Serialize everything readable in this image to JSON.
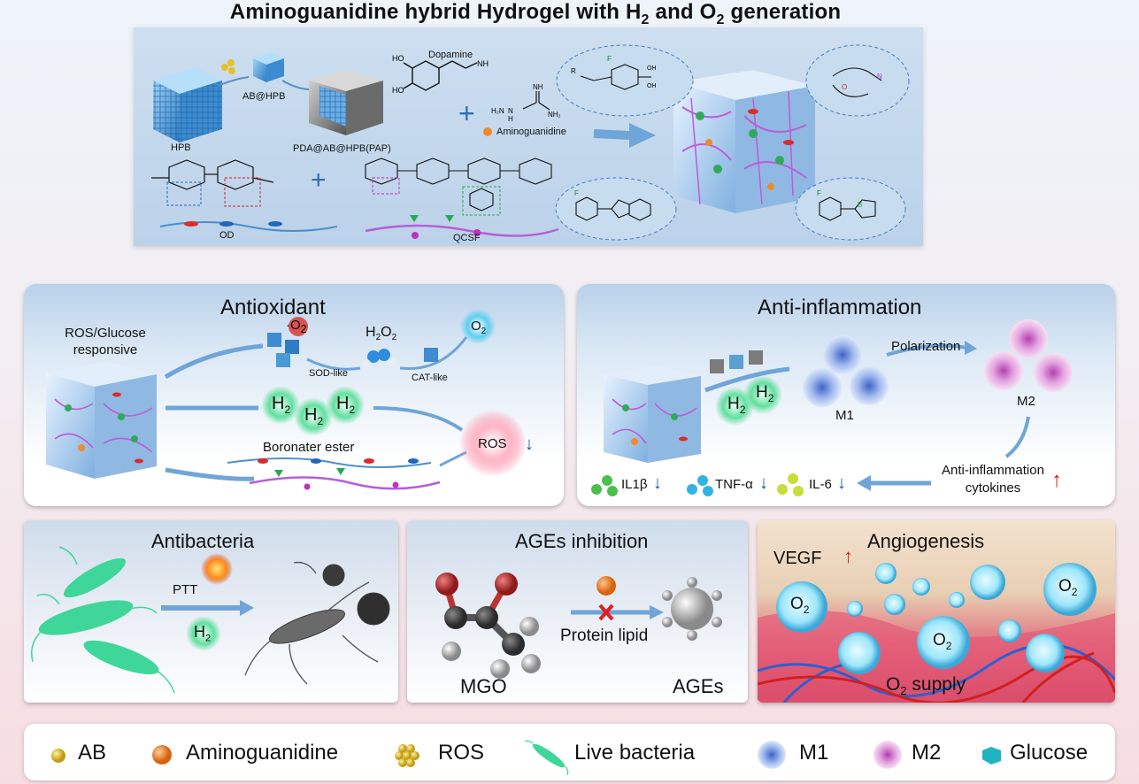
{
  "header": {
    "title": "Aminoguanidine hybrid Hydrogel with H",
    "title_sub1": "2",
    "title_mid": " and O",
    "title_sub2": "2",
    "title_end": " generation"
  },
  "synthesis": {
    "hpb": "HPB",
    "ab_hpb": "AB@HPB",
    "pap": "PDA@AB@HPB(PAP)",
    "dopamine": "Dopamine",
    "aminoguanidine": "Aminoguanidine",
    "od": "OD",
    "qcsf": "QCSF"
  },
  "antioxidant": {
    "title": "Antioxidant",
    "responsive": "ROS/Glucose responsive",
    "o2_radical": "·O",
    "o2_radical_sub": "2",
    "h2o2": "H",
    "h2o2_sub": "2",
    "h2o2_end": "O",
    "h2o2_sub2": "2",
    "sod": "SOD-like",
    "cat": "CAT-like",
    "o2": "O",
    "o2_sub": "2",
    "h2": "H",
    "h2_sub": "2",
    "boronater": "Boronater ester",
    "ros": "ROS"
  },
  "anti_inflammation": {
    "title": "Anti-inflammation",
    "polarization": "Polarization",
    "m1": "M1",
    "m2": "M2",
    "cytokines_line1": "Anti-inflammation",
    "cytokines_line2": "cytokines",
    "il1b": "IL1β",
    "tnf": "TNF-α",
    "il6": "IL-6",
    "h2": "H",
    "h2_sub": "2"
  },
  "antibacteria": {
    "title": "Antibacteria",
    "ptt": "PTT",
    "h2": "H",
    "h2_sub": "2"
  },
  "ages": {
    "title": "AGEs inhibition",
    "protein_lipid": "Protein lipid",
    "mgo": "MGO",
    "ages": "AGEs"
  },
  "angiogenesis": {
    "title": "Angiogenesis",
    "vegf": "VEGF",
    "o2": "O",
    "o2_sub": "2",
    "supply": "O",
    "supply_sub": "2",
    "supply_end": " supply"
  },
  "legend": {
    "ab": "AB",
    "aminoguanidine": "Aminoguanidine",
    "ros": "ROS",
    "live_bacteria": "Live bacteria",
    "m1": "M1",
    "m2": "M2",
    "glucose": "Glucose"
  },
  "colors": {
    "arrow_blue": "#1a4fa0",
    "up_red": "#d42020",
    "h2_green": "#3fd38a",
    "o2_cyan": "#5fd0f0",
    "cube_blue": "#5a9fd6"
  }
}
